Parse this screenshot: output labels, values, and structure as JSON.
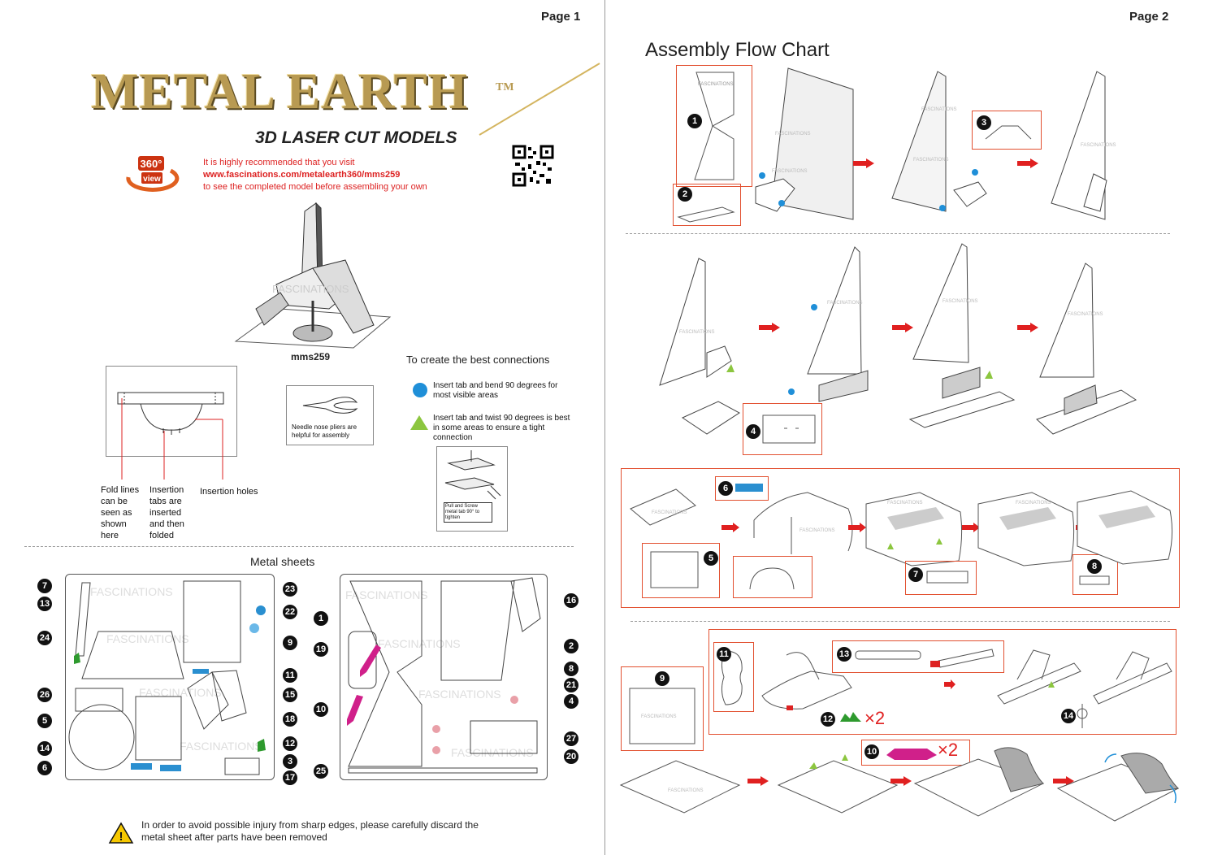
{
  "page1": {
    "page_label": "Page 1",
    "brand": "METAL EARTH",
    "tm": "TM",
    "tagline": "3D LASER CUT MODELS",
    "view360": "360° view",
    "intro_line1": "It is highly recommended that you visit",
    "intro_url": "www.fascinations.com/metalearth360/mms259",
    "intro_line3": "to see the completed model before assembling your own",
    "model_code": "mms259",
    "connections_title": "To create the best connections",
    "tip_blue": "Insert tab and bend 90 degrees for most visible areas",
    "tip_green": "Insert tab and twist 90 degrees is best in some areas to ensure a tight connection",
    "pliers_note": "Needle nose pliers are helpful for assembly",
    "twist_note": "Pull and Screw metal tab 90° to tighten",
    "legend_fold": "Fold lines can be seen as shown here",
    "legend_insertion": "Insertion tabs are inserted and then folded",
    "legend_holes": "Insertion holes",
    "sheets_title": "Metal sheets",
    "sheet_watermark": "FASCINATIONS",
    "warning": "In order to avoid possible injury from sharp edges, please carefully discard the metal sheet after parts have been removed",
    "sheet1_left_nums": [
      "7",
      "13",
      "24",
      "26",
      "5",
      "14",
      "6"
    ],
    "sheet1_right_nums": [
      "23",
      "22",
      "9",
      "11",
      "15",
      "18",
      "12",
      "3",
      "17"
    ],
    "sheet2_left_nums": [
      "1",
      "19",
      "10",
      "25"
    ],
    "sheet2_right_nums": [
      "16",
      "2",
      "8",
      "21",
      "4",
      "27",
      "20"
    ]
  },
  "page2": {
    "page_label": "Page 2",
    "flow_title": "Assembly Flow Chart",
    "watermark": "FASCINATIONS",
    "step_nums": [
      "1",
      "2",
      "3",
      "4",
      "5",
      "6",
      "7",
      "8",
      "9",
      "10",
      "11",
      "12",
      "13",
      "14"
    ],
    "times2": "×2"
  },
  "colors": {
    "accent_red": "#d22",
    "gold": "#b89a52",
    "blue_dot": "#1f8fd8",
    "green_tri": "#8cc63f",
    "magenta": "#d0208a",
    "green_part": "#2e9a2e",
    "blue_part": "#2a8fd0"
  }
}
